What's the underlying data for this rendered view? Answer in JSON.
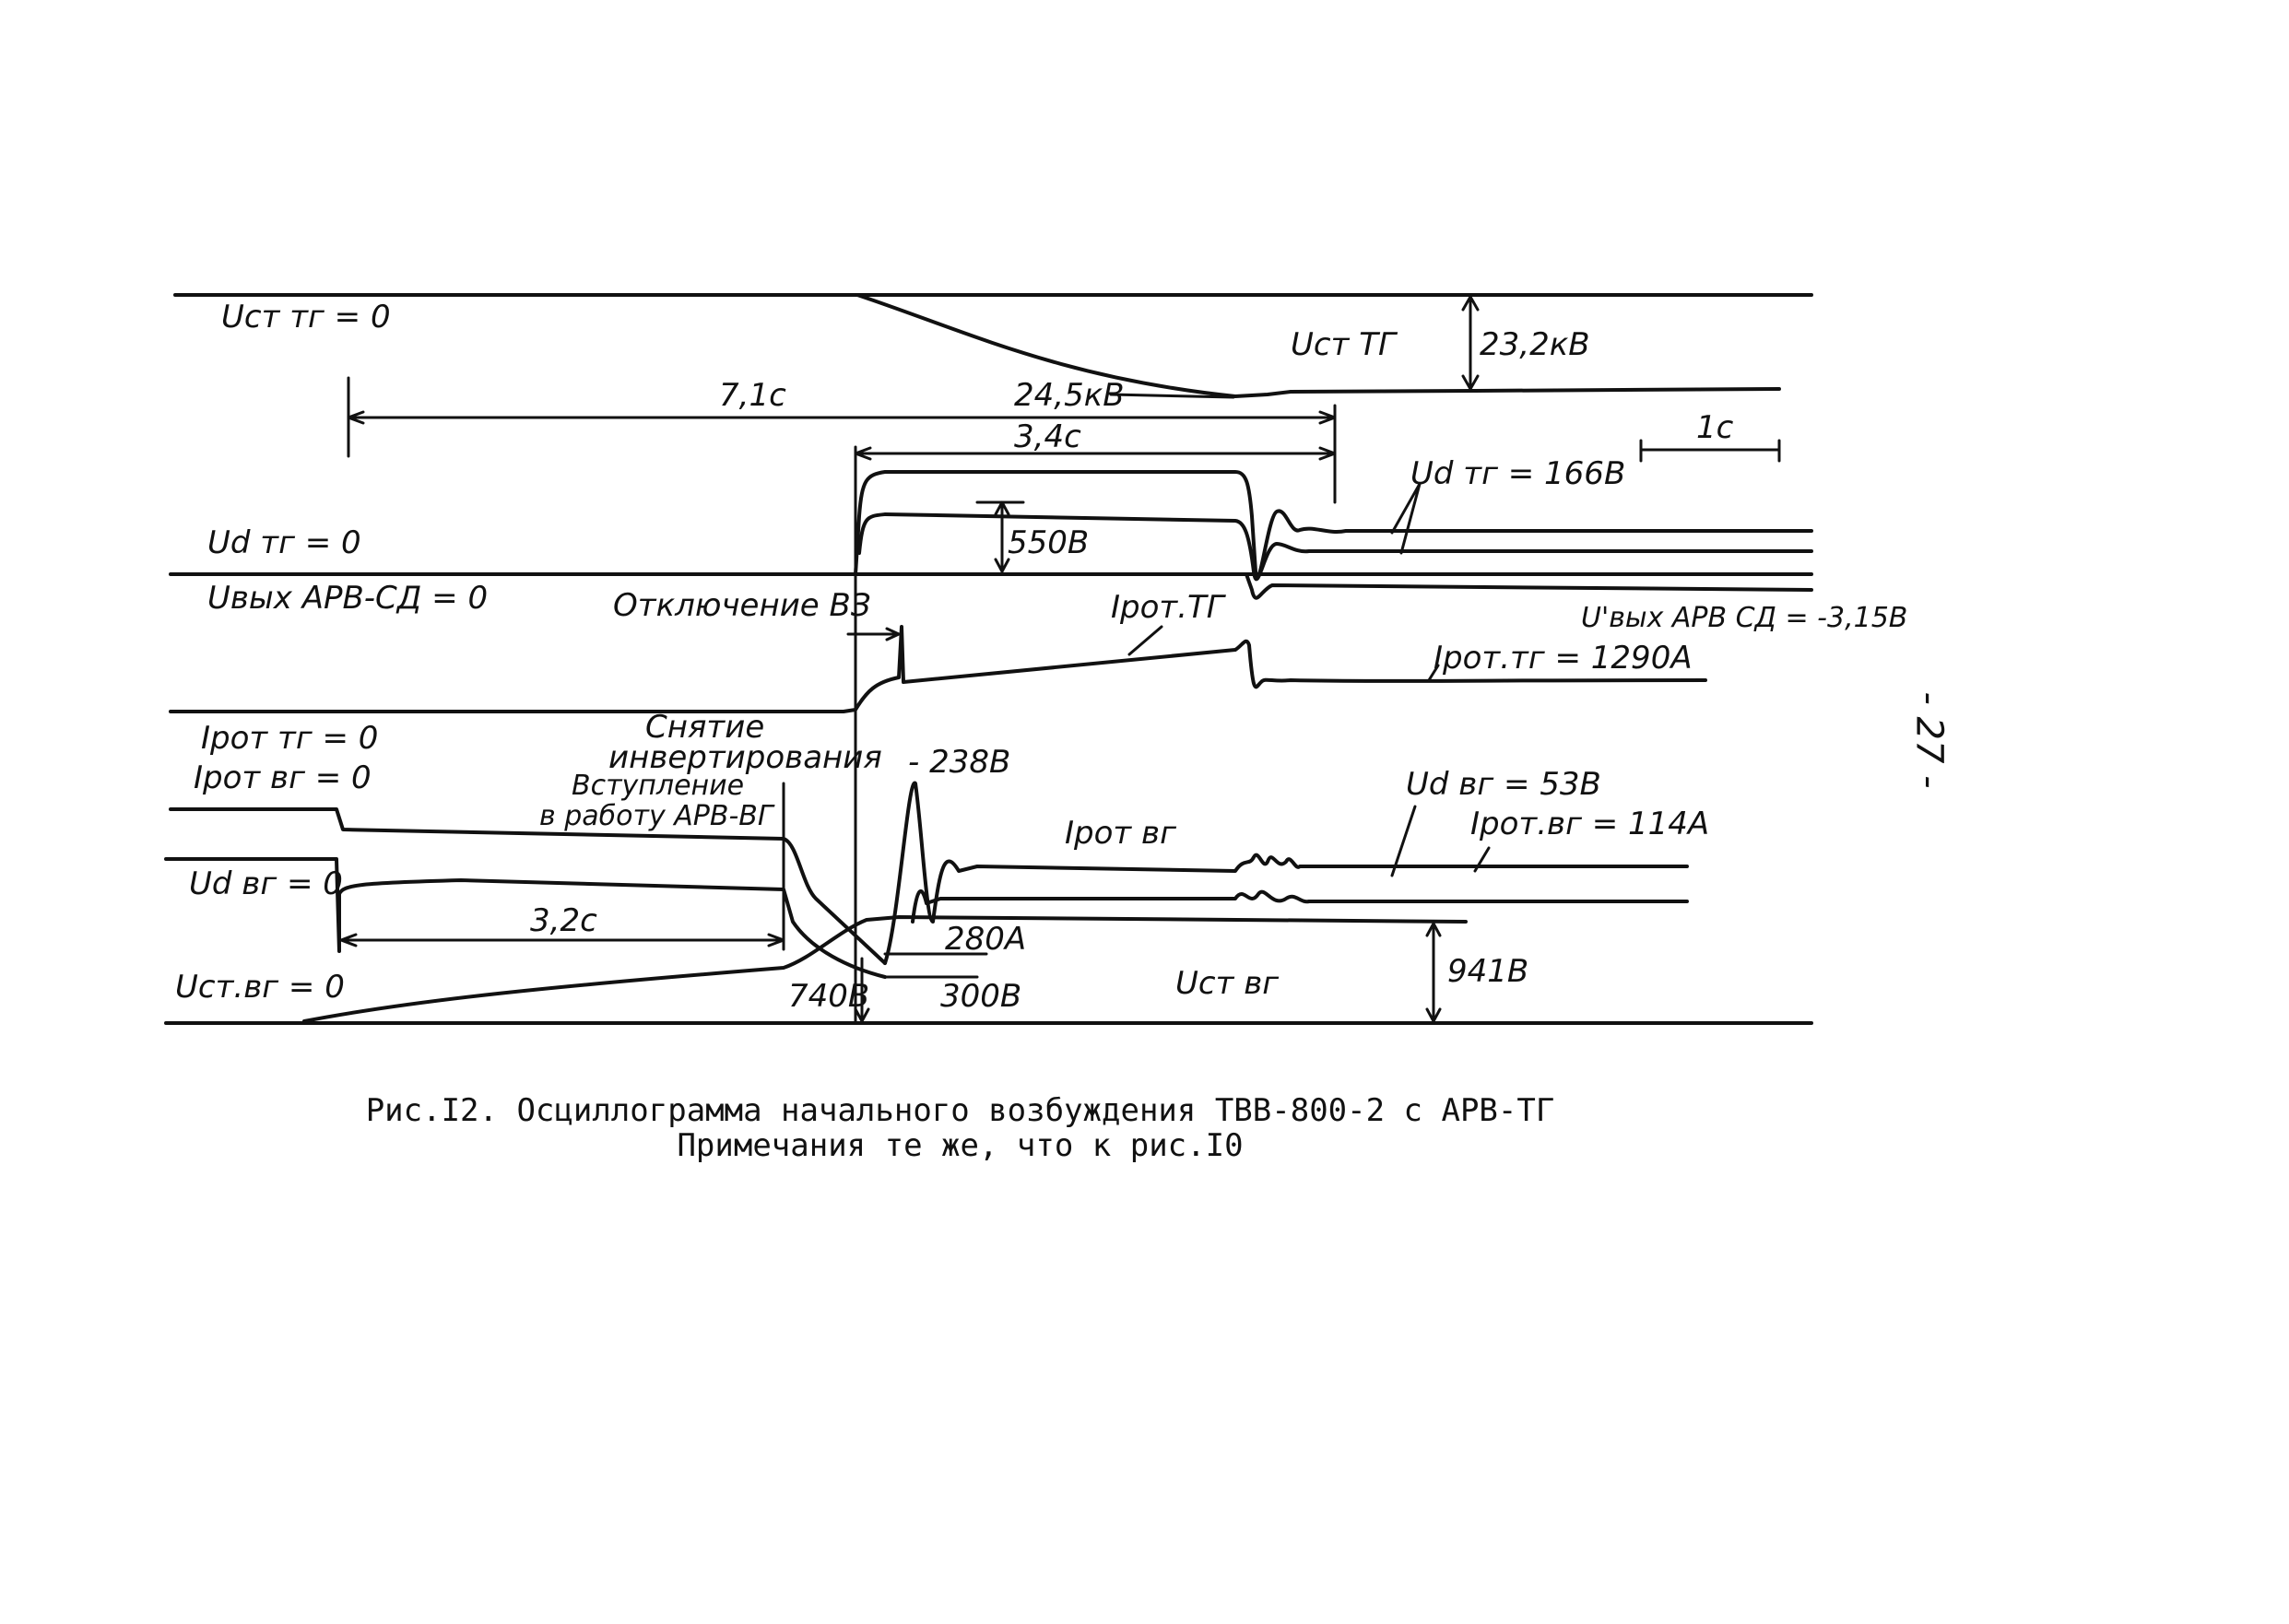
{
  "labels": {
    "u_st_tg_zero": "Uст тг = 0",
    "u_st_tg": "Uст ТГ",
    "u_st_tg_val": "23,2кВ",
    "u_st_tg_start": "24,5кВ",
    "t_71": "7,1с",
    "t_34": "3,4с",
    "t_1": "1с",
    "u_d_tg_zero": "Ud тг = 0",
    "u_d_tg_val": "Ud тг = 166В",
    "u_d_tg_550": "550В",
    "u_vyh_arv_sd_zero": "Uвых АРВ-СД = 0",
    "u_vyh_arv_sd_val": "U'вых АРВ СД = -3,15В",
    "otkl_vz": "Отключение ВЗ",
    "i_rot_tg": "Iрот.ТГ",
    "i_rot_tg_val": "Iрот.тг = 1290А",
    "i_rot_tg_zero": "Iрот тг = 0",
    "i_rot_vg_zero": "Iрот вг = 0",
    "snyatie_1": "Снятие",
    "snyatie_2": "инвертирования",
    "vstup_1": "Вступление",
    "vstup_2": "в работу АРВ-ВГ",
    "u_minus_238": "- 238В",
    "u_d_vg_val": "Ud вг = 53В",
    "i_rot_vg": "Iрот вг",
    "i_rot_vg_val": "Iрот.вг = 114А",
    "u_d_vg_zero": "Ud вг = 0",
    "t_32": "3,2с",
    "i_280": "280А",
    "u_st_vg_zero": "Uст.вг = 0",
    "u_740": "740В",
    "u_300": "300В",
    "u_st_vg": "Uст вг",
    "u_941": "941В"
  },
  "caption": {
    "line1": "Рис.I2. Осциллограмма начального возбуждения ТВВ-800-2 с АРВ-ТГ",
    "line2": "Примечания те же, что к рис.I0"
  },
  "page_number": "- 27 -",
  "colors": {
    "ink": "#111111",
    "paper": "#ffffff"
  }
}
